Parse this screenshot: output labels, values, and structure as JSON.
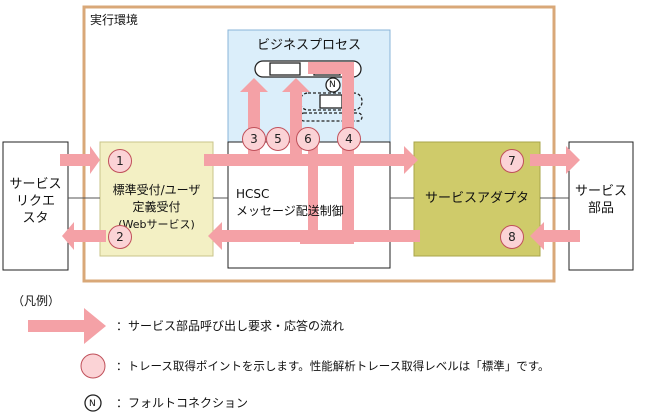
{
  "diagram": {
    "execution_env": "実行環境",
    "business_process": "ビジネスプロセス",
    "service_requester": [
      "サービス",
      "リクエ",
      "スタ"
    ],
    "standard_reception": [
      "標準受付/ユーザ",
      "定義受付",
      "(Webサービス)"
    ],
    "hcsc": [
      "HCSC",
      "メッセージ配送制御"
    ],
    "service_adapter": "サービスアダプタ",
    "service_component": [
      "サービス",
      "部品"
    ],
    "trace_points": [
      "1",
      "2",
      "3",
      "4",
      "5",
      "6",
      "7",
      "8"
    ],
    "fault_symbol": "N"
  },
  "legend": {
    "title": "（凡例）",
    "arrow_desc": "：サービス部品呼び出し要求・応答の流れ",
    "circle_desc": "：トレース取得ポイントを示します。性能解析トレース取得レベルは「標準」です。",
    "fault_desc": "：フォルトコネクション"
  },
  "colors": {
    "env_border": "#d9a878",
    "bp_fill": "#dbeefa",
    "bp_border": "#8ab4d8",
    "std_fill": "#f3f0c4",
    "adapter_fill": "#cfcb6a",
    "arrow": "#f4a1a6",
    "badge_fill": "#fbd3d6",
    "badge_border": "#c0505a"
  }
}
